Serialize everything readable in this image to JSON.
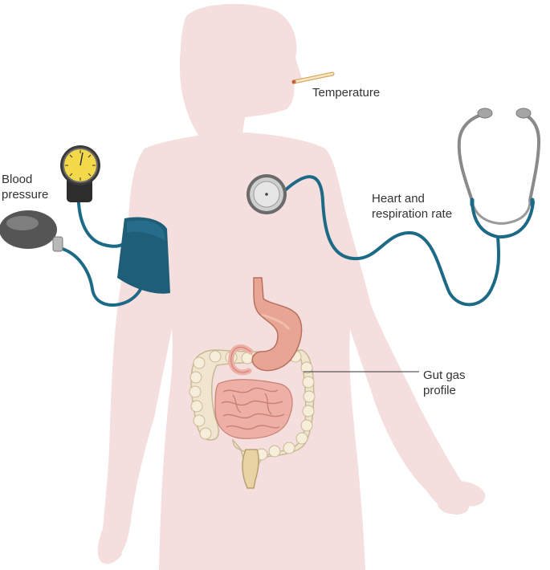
{
  "labels": {
    "temperature": "Temperature",
    "blood_pressure_line1": "Blood",
    "blood_pressure_line2": "pressure",
    "heart_line1": "Heart and",
    "heart_line2": "respiration rate",
    "gut_line1": "Gut gas",
    "gut_line2": "profile"
  },
  "colors": {
    "body_silhouette": "#f4dede",
    "tube": "#1d6a86",
    "cuff": "#1e5e78",
    "stethoscope_metal": "#8a8a8a",
    "stomach": "#e8a594",
    "colon": "#f0e6cf",
    "small_intestine": "#eeb0a6",
    "gauge_face": "#f3d94a"
  },
  "icons": {
    "thermometer": "thermometer-icon",
    "sphygmomanometer_gauge": "pressure-gauge-icon",
    "inflation_bulb": "inflation-bulb-icon",
    "blood_pressure_cuff": "cuff-icon",
    "stethoscope": "stethoscope-icon",
    "stethoscope_chestpiece": "chestpiece-icon",
    "digestive_tract": "digestive-tract-icon"
  }
}
